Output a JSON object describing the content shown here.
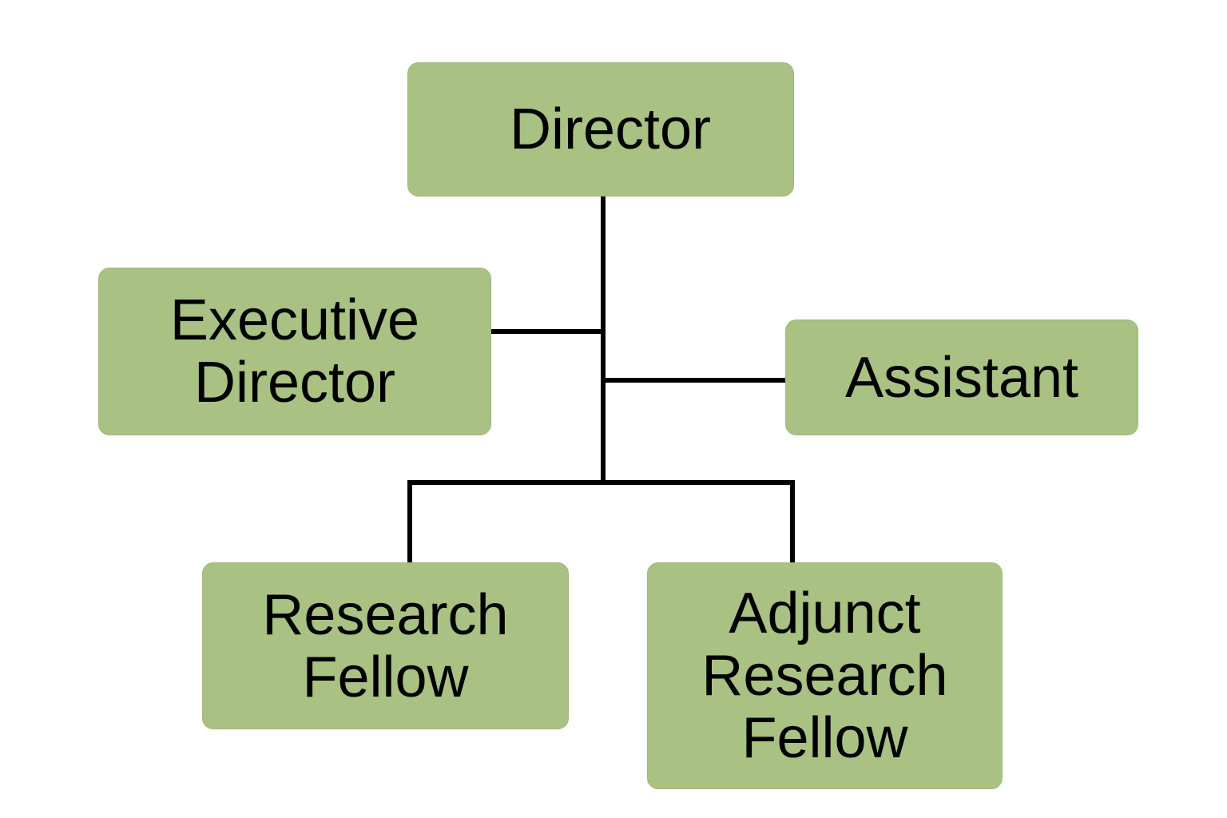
{
  "title": "Organization chart",
  "colors": {
    "box_fill": "#a9c183",
    "connector": "#000000",
    "background": "#ffffff"
  },
  "nodes": {
    "director": {
      "label": "Director"
    },
    "executive_director": {
      "label": "Executive\nDirector"
    },
    "assistant": {
      "label": "Assistant"
    },
    "research_fellow": {
      "label": "Research\nFellow"
    },
    "adjunct_research_fellow": {
      "label": "Adjunct\nResearch\nFellow"
    }
  },
  "edges": [
    {
      "from": "director",
      "to": "executive_director"
    },
    {
      "from": "director",
      "to": "assistant"
    },
    {
      "from": "director",
      "to": "research_fellow"
    },
    {
      "from": "director",
      "to": "adjunct_research_fellow"
    }
  ]
}
